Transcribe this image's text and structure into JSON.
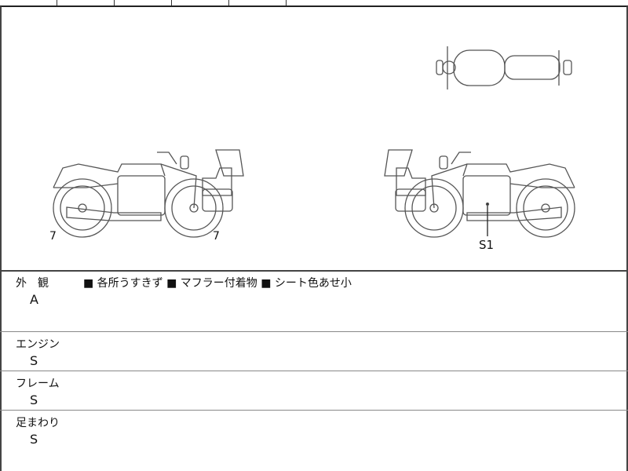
{
  "diagram": {
    "marks": [
      {
        "text": "7"
      },
      {
        "text": "7"
      },
      {
        "text": "S1"
      }
    ]
  },
  "sections": [
    {
      "title": "外　観",
      "grade": "A",
      "notes": "■ 各所うすきず ■ マフラー付着物 ■ シート色あせ小"
    },
    {
      "title": "エンジン",
      "grade": "S",
      "notes": ""
    },
    {
      "title": "フレーム",
      "grade": "S",
      "notes": ""
    },
    {
      "title": "足まわり",
      "grade": "S",
      "notes": ""
    }
  ]
}
